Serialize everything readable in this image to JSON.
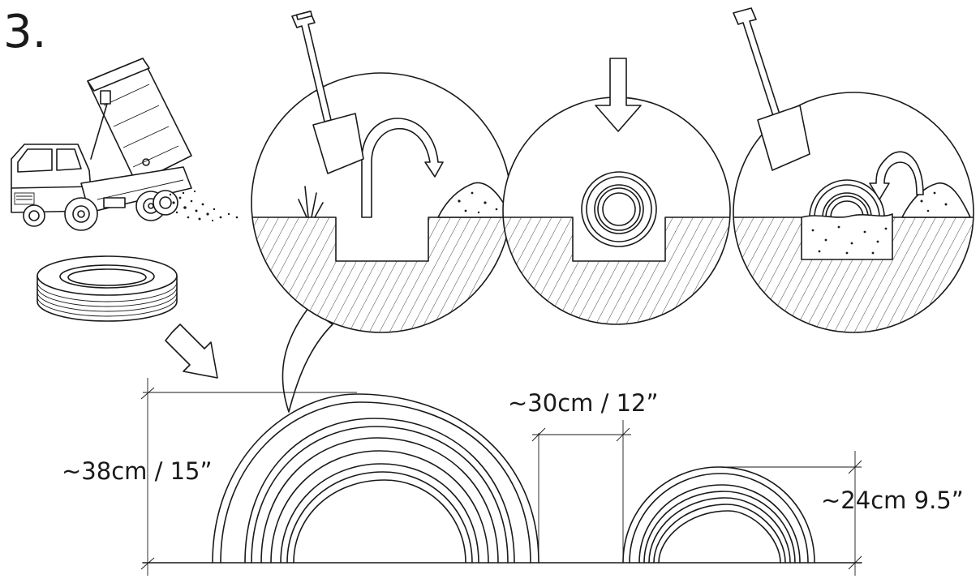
{
  "step_number": "3.",
  "dimensions": {
    "large_tire_height": "~38cm / 15”",
    "tire_spacing": "~30cm / 12”",
    "small_tire_height": "~24cm 9.5”"
  },
  "icons": [
    "dump-truck-icon",
    "tire-stack-icon",
    "shovel-icon",
    "down-arrow-icon",
    "curved-arrow-icon"
  ]
}
